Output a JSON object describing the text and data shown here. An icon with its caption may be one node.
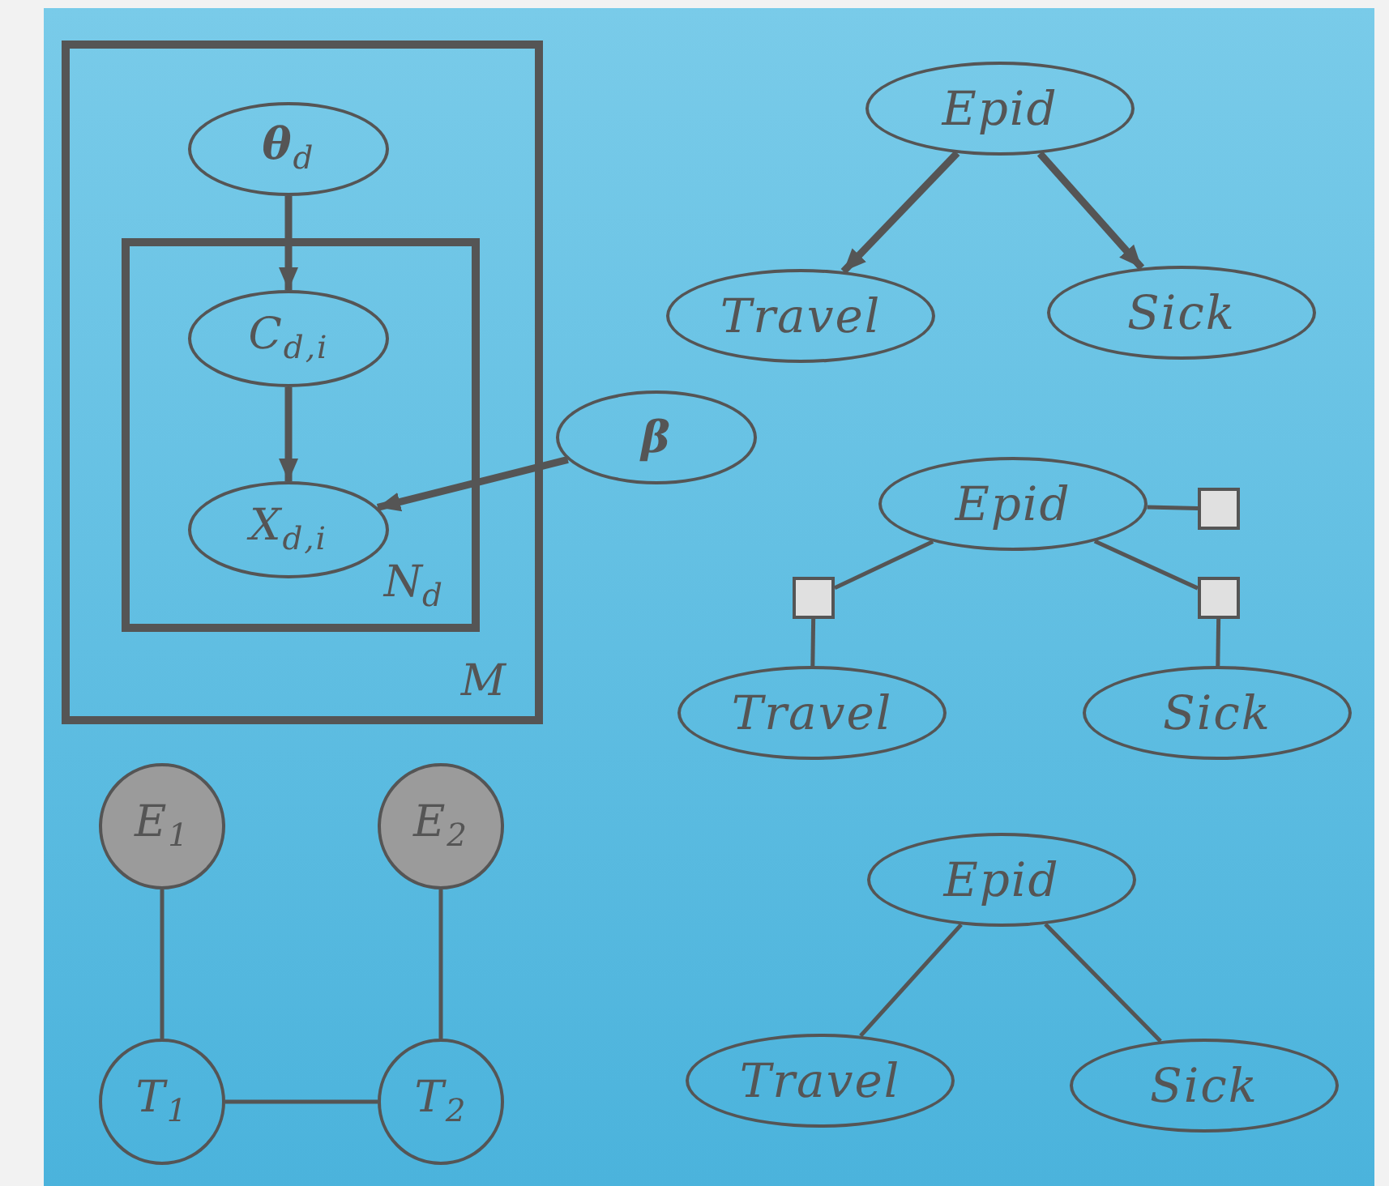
{
  "diagram": {
    "nodes": [
      {
        "text": [
          "M"
        ]
      },
      {
        "text": [
          "N$_{d}$"
        ],
        "in": 0
      },
      {
        "text": [
          "**θ**$_{d}$"
        ],
        "in": 0
      },
      {
        "text": [
          "C$_{d,i}$"
        ],
        "in": 1
      },
      {
        "text": [
          "X$_{d,i}$"
        ],
        "in": 1
      },
      {
        "text": [
          "β"
        ]
      },
      {
        "text": [
          "Epid"
        ]
      },
      {
        "text": [
          "Travel"
        ]
      },
      {
        "text": [
          "Sick"
        ]
      },
      {
        "text": [
          "Epid"
        ]
      },
      {
        "text": [],
        "shape": "box"
      },
      {
        "text": [],
        "shape": "box"
      },
      {
        "text": [],
        "shape": "box"
      },
      {
        "text": [
          "Travel"
        ]
      },
      {
        "text": [
          "Sick"
        ]
      },
      {
        "text": [
          "Epid"
        ]
      },
      {
        "text": [
          "Travel"
        ]
      },
      {
        "text": [
          "Sick"
        ]
      },
      {
        "text": [
          "E$_{1}$"
        ]
      },
      {
        "text": [
          "E$_{2}$"
        ]
      },
      {
        "text": [
          "T$_{1}$"
        ]
      },
      {
        "text": [
          "T$_{2}$"
        ]
      }
    ],
    "edges": [
      {
        "from": 2,
        "to": 3,
        "arrow": "to",
        "style": "thick"
      },
      {
        "from": 3,
        "to": 4,
        "arrow": "to",
        "style": "thick"
      },
      {
        "from": 5,
        "to": 4,
        "arrow": "to",
        "style": "thick"
      },
      {
        "from": 6,
        "to": 7,
        "arrow": "to",
        "style": "thick"
      },
      {
        "from": 6,
        "to": 8,
        "arrow": "to",
        "style": "thick"
      },
      {
        "from": 9,
        "to": 10,
        "arrow": "none"
      },
      {
        "from": 9,
        "to": 11,
        "arrow": "none"
      },
      {
        "from": 9,
        "to": 12,
        "arrow": "none"
      },
      {
        "from": 11,
        "to": 13,
        "arrow": "none"
      },
      {
        "from": 12,
        "to": 14,
        "arrow": "none"
      },
      {
        "from": 15,
        "to": 16,
        "arrow": "none"
      },
      {
        "from": 15,
        "to": 17,
        "arrow": "none"
      },
      {
        "from": 18,
        "to": 20,
        "arrow": "none"
      },
      {
        "from": 19,
        "to": 21,
        "arrow": "none"
      },
      {
        "from": 20,
        "to": 21,
        "arrow": "none"
      }
    ]
  }
}
